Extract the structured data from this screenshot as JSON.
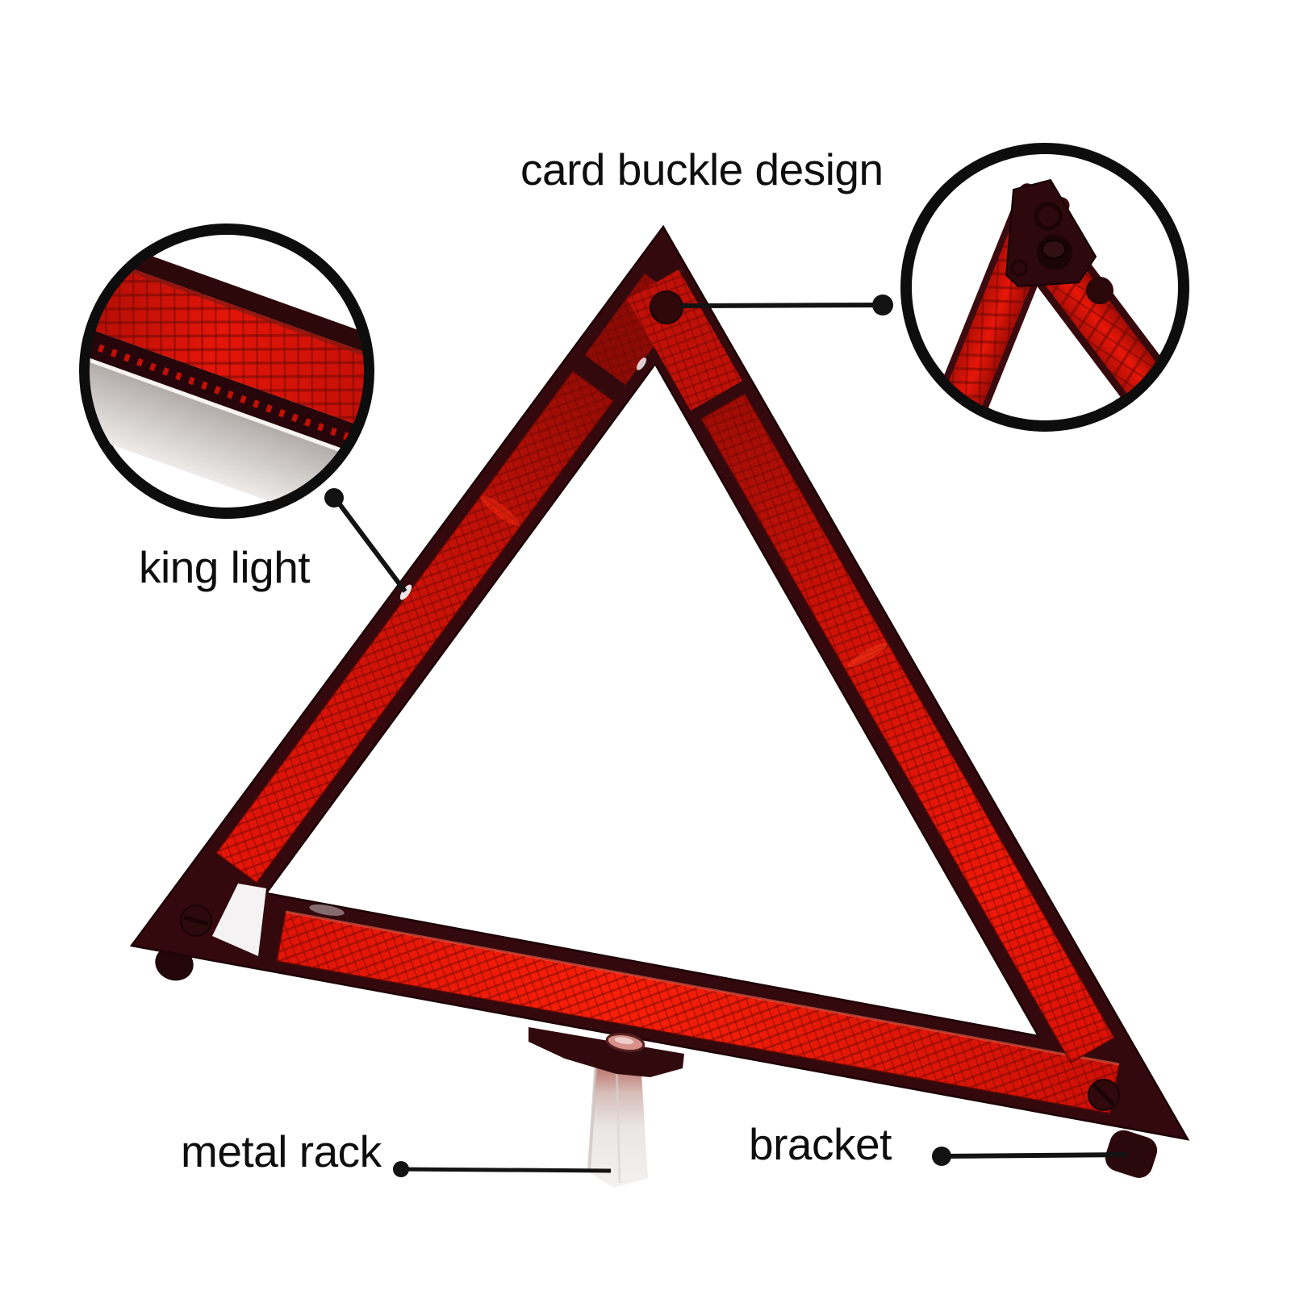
{
  "background": "#ffffff",
  "callouts": {
    "card_buckle": {
      "label": "card buckle design"
    },
    "king_light": {
      "label": "king light"
    },
    "metal_rack": {
      "label": "metal rack"
    },
    "bracket": {
      "label": "bracket"
    }
  },
  "colors": {
    "reflector_red_bright": "#f31a07",
    "reflector_red": "#d81308",
    "reflector_red_dark": "#8f0b05",
    "frame_maroon": "#33090d",
    "metal_rack_silver": "#ece8e6",
    "callout_line": "#131313",
    "label_text": "#0e0e0e",
    "background": "#ffffff"
  }
}
